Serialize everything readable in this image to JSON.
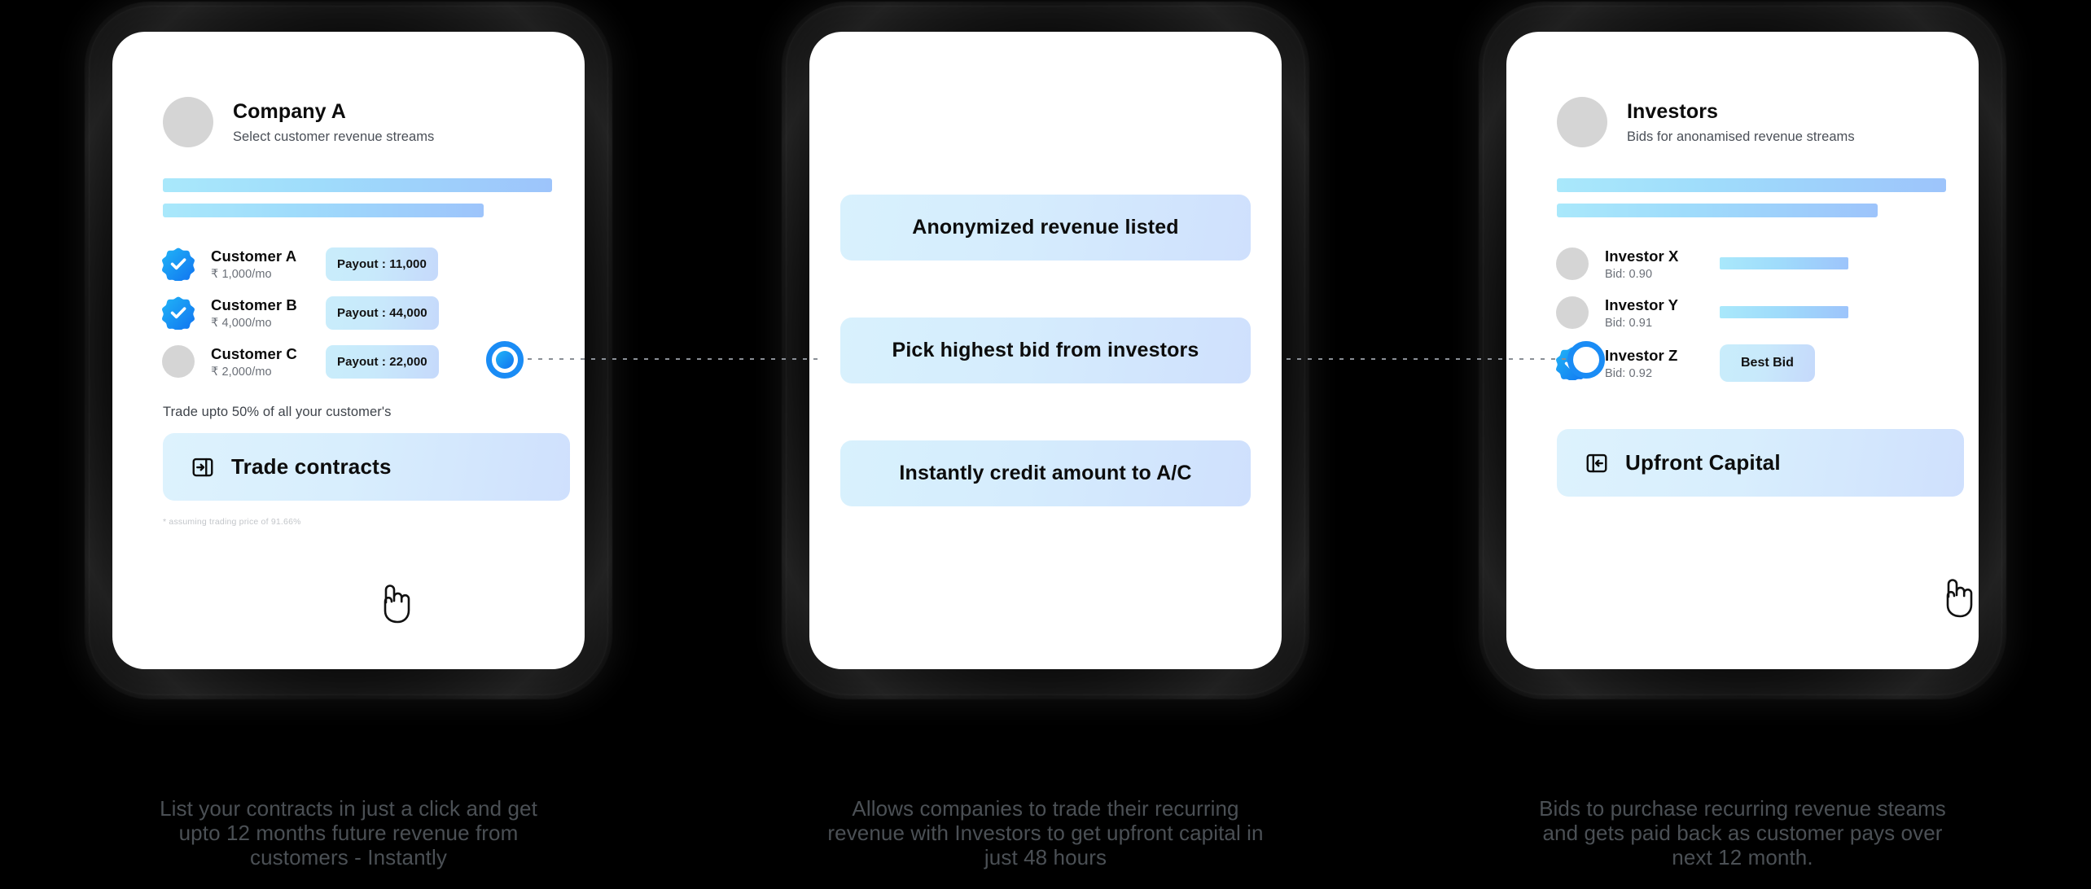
{
  "columns": [
    {
      "id": "company",
      "header": {
        "avatar": "avatar-placeholder",
        "title": "Company A",
        "subtitle": "Select customer revenue streams"
      },
      "rows": [
        {
          "name": "Customer A",
          "sub": "₹ 1,000/mo",
          "badge": "Payout : 11,000",
          "selected": true
        },
        {
          "name": "Customer B",
          "sub": "₹ 4,000/mo",
          "badge": "Payout : 44,000",
          "selected": true
        },
        {
          "name": "Customer C",
          "sub": "₹ 2,000/mo",
          "badge": "Payout : 22,000",
          "selected": false
        }
      ],
      "note": "Trade upto 50% of all your customer's",
      "cta": {
        "label": "Trade contracts",
        "icon": "login-arrow-icon"
      },
      "footnote": "* assuming trading price of 91.66%",
      "caption": [
        "List your contracts in just a click and get",
        "upto 12 months future revenue from",
        "customers - Instantly"
      ]
    },
    {
      "id": "marketplace",
      "steps": [
        "Anonymized revenue listed",
        "Pick highest bid from investors",
        "Instantly credit amount to A/C"
      ],
      "caption": [
        "Allows companies to trade their recurring",
        "revenue with Investors to get upfront capital in",
        "just 48 hours"
      ]
    },
    {
      "id": "investors",
      "header": {
        "avatar": "avatar-placeholder",
        "title": "Investors",
        "subtitle": "Bids for anonamised revenue streams"
      },
      "rows": [
        {
          "name": "Investor X",
          "sub": "Bid: 0.90",
          "badge": "",
          "bar": true,
          "selected": false
        },
        {
          "name": "Investor Y",
          "sub": "Bid: 0.91",
          "badge": "",
          "bar": true,
          "selected": false
        },
        {
          "name": "Investor Z",
          "sub": "Bid: 0.92",
          "badge": "Best Bid",
          "bar": false,
          "selected": true
        }
      ],
      "cta": {
        "label": "Upfront Capital",
        "icon": "logout-arrow-icon"
      },
      "caption": [
        "Bids to purchase recurring revenue steams",
        "and gets paid back as customer pays over",
        "next 12 month."
      ]
    }
  ],
  "connectors": {
    "left": {
      "state": "filled",
      "name": "connector-dot-left"
    },
    "right": {
      "state": "hollow",
      "name": "connector-dot-right"
    }
  },
  "colors": {
    "accent_blue": "#1a8cf5",
    "badge_blue_start": "#21b5f7",
    "badge_blue_end": "#1072f0",
    "bar_gradient_start": "#a9e8fb",
    "bar_gradient_end": "#9dc4fb",
    "chip_gradient_start": "#c9edfb",
    "chip_gradient_end": "#c5d9fb",
    "background": "#000000",
    "card_bg": "#ffffff",
    "caption_text": "#4b5055"
  }
}
